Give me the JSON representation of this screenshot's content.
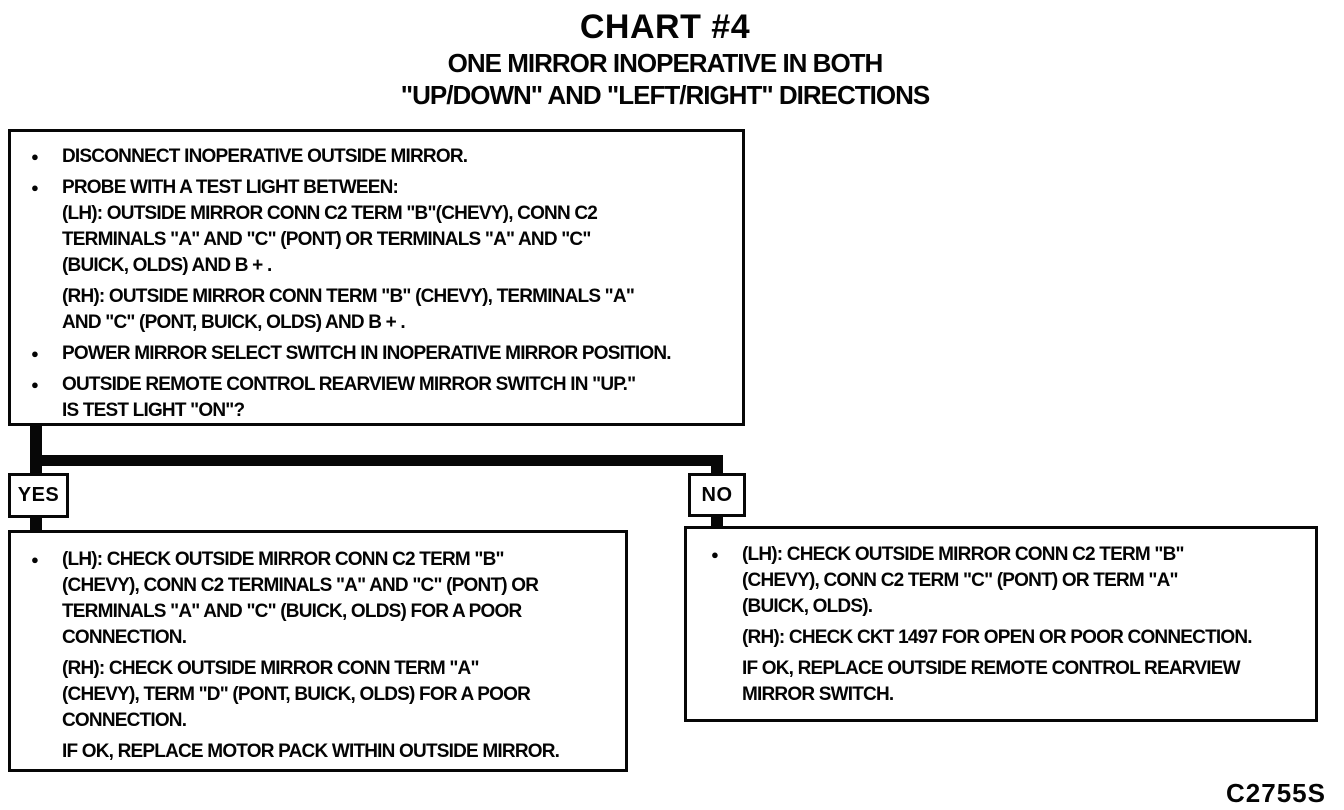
{
  "title": {
    "line1": "CHART #4",
    "line2": "ONE MIRROR INOPERATIVE IN BOTH",
    "line3": "\"UP/DOWN\" AND \"LEFT/RIGHT\" DIRECTIONS"
  },
  "branches": {
    "yes": "YES",
    "no": "NO"
  },
  "icons": {
    "bullet": "●"
  },
  "colors": {
    "ink": "#070707",
    "paper": "#ffffff"
  },
  "top_box": {
    "items": [
      {
        "bullet": "●",
        "text": "DISCONNECT INOPERATIVE OUTSIDE MIRROR."
      },
      {
        "bullet": "●",
        "text": "PROBE WITH A TEST LIGHT BETWEEN:\n(LH): OUTSIDE MIRROR CONN C2 TERM \"B\"(CHEVY), CONN C2\nTERMINALS \"A\" AND \"C\" (PONT) OR TERMINALS \"A\" AND \"C\"\n(BUICK, OLDS) AND B + ."
      },
      {
        "bullet": "",
        "text": "(RH): OUTSIDE MIRROR CONN TERM \"B\" (CHEVY), TERMINALS \"A\"\nAND \"C\" (PONT, BUICK, OLDS) AND B + ."
      },
      {
        "bullet": "●",
        "text": "POWER MIRROR SELECT SWITCH IN INOPERATIVE MIRROR POSITION."
      },
      {
        "bullet": "●",
        "text": "OUTSIDE REMOTE CONTROL REARVIEW MIRROR SWITCH IN \"UP.\"\nIS TEST LIGHT \"ON\"?"
      }
    ]
  },
  "yes_box": {
    "items": [
      {
        "bullet": "●",
        "text": "(LH): CHECK OUTSIDE MIRROR CONN C2 TERM \"B\"\n(CHEVY), CONN C2 TERMINALS \"A\" AND \"C\" (PONT) OR\nTERMINALS \"A\" AND \"C\" (BUICK, OLDS) FOR A POOR\nCONNECTION."
      },
      {
        "bullet": "",
        "text": "(RH): CHECK OUTSIDE MIRROR CONN TERM \"A\"\n(CHEVY), TERM \"D\" (PONT, BUICK, OLDS) FOR A POOR\nCONNECTION."
      },
      {
        "bullet": "",
        "text": "IF OK, REPLACE MOTOR PACK WITHIN OUTSIDE MIRROR."
      }
    ]
  },
  "no_box": {
    "items": [
      {
        "bullet": "●",
        "text": "(LH): CHECK OUTSIDE MIRROR CONN C2 TERM \"B\"\n(CHEVY), CONN C2 TERM \"C\" (PONT) OR TERM \"A\"\n(BUICK, OLDS)."
      },
      {
        "bullet": "",
        "text": "(RH): CHECK CKT 1497 FOR OPEN OR POOR CONNECTION."
      },
      {
        "bullet": "",
        "text": "IF OK, REPLACE OUTSIDE REMOTE CONTROL REARVIEW\nMIRROR SWITCH."
      }
    ]
  },
  "figure_code": "C2755S"
}
